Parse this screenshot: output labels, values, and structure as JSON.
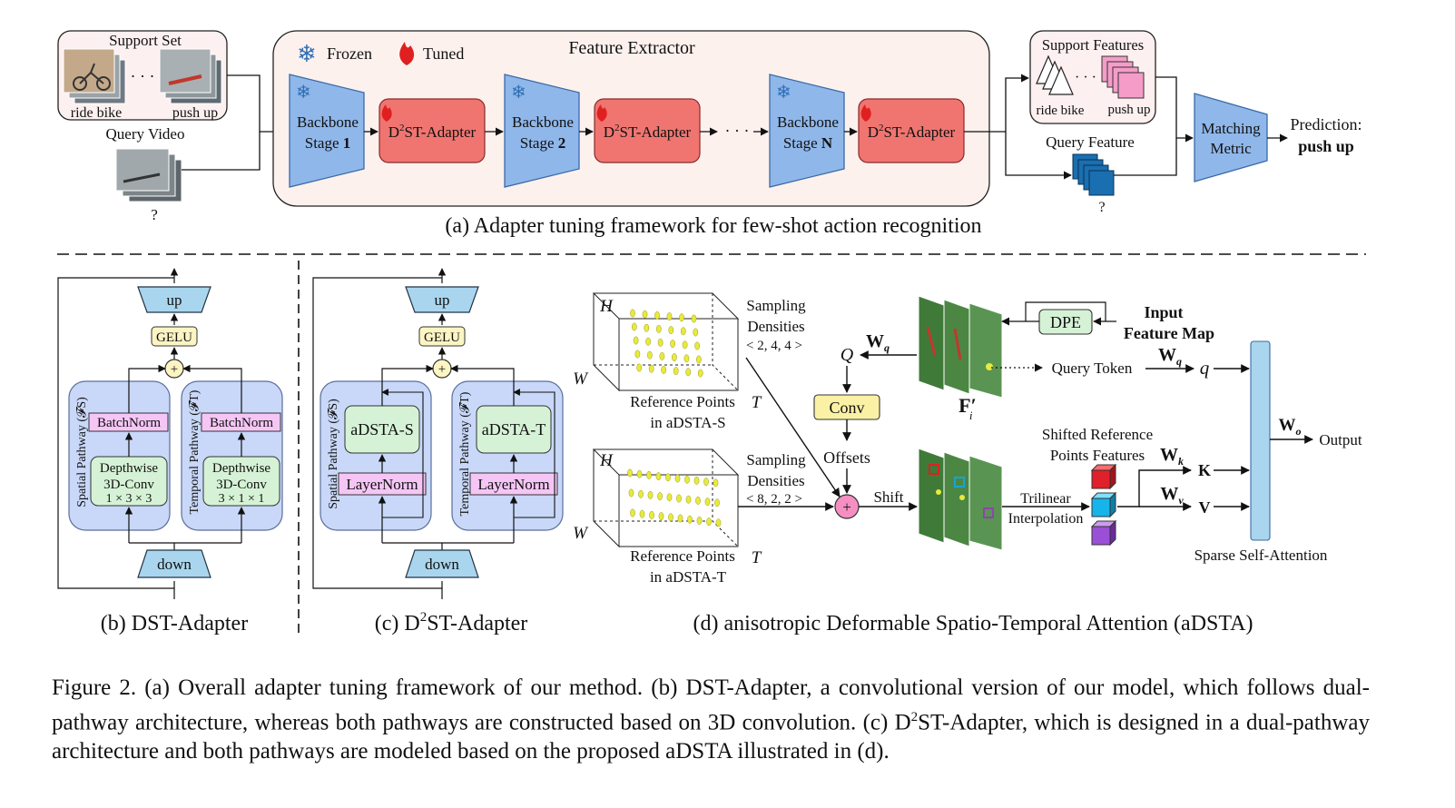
{
  "panel_a": {
    "support_set": "Support Set",
    "ride_bike": "ride bike",
    "push_up": "push up",
    "ellipsis": "· · ·",
    "query_video": "Query Video",
    "question": "?",
    "frozen": "Frozen",
    "tuned": "Tuned",
    "feature_extractor": "Feature Extractor",
    "backbone": "Backbone",
    "stage": "Stage",
    "stage1": "1",
    "stage2": "2",
    "stageN": "N",
    "adapter_d": "D",
    "adapter_sup": "2",
    "adapter_rest": "ST-Adapter",
    "support_features": "Support Features",
    "query_feature": "Query Feature",
    "matching1": "Matching",
    "matching2": "Metric",
    "prediction": "Prediction:",
    "prediction_value": "push up",
    "caption": "(a) Adapter tuning framework for few-shot action recognition"
  },
  "panel_b": {
    "up": "up",
    "gelu": "GELU",
    "plus": "+",
    "spatial": "Spatial Pathway (𝓕S)",
    "temporal": "Temporal Pathway (𝓕T)",
    "batchnorm": "BatchNorm",
    "dw1": "Depthwise",
    "dw2": "3D-Conv",
    "k_s": "1 × 3 × 3",
    "k_t": "3 × 1 × 1",
    "down": "down",
    "caption": "(b) DST-Adapter"
  },
  "panel_c": {
    "adsta_s": "aDSTA-S",
    "adsta_t": "aDSTA-T",
    "layernorm": "LayerNorm",
    "caption_pre": "(c) D",
    "caption_sup": "2",
    "caption_post": "ST-Adapter"
  },
  "panel_d": {
    "H": "H",
    "W": "W",
    "T": "T",
    "sampling": "Sampling",
    "densities": "Densities",
    "dens_s": "< 2, 4, 4 >",
    "dens_t": "< 8, 2, 2 >",
    "ref_points": "Reference Points",
    "in_s": "in aDSTA-S",
    "in_t": "in aDSTA-T",
    "Wq": "W",
    "q_sub": "q",
    "Q": "Q",
    "conv": "Conv",
    "offsets": "Offsets",
    "shift": "Shift",
    "dpe": "DPE",
    "input1": "Input",
    "input2": "Feature Map",
    "F": "F",
    "F_prime": "′",
    "F_sub": "i",
    "query_token": "Query Token",
    "q_small": "q",
    "shifted1": "Shifted Reference",
    "shifted2": "Points Features",
    "trilinear": "Trilinear",
    "interp": "Interpolation",
    "k_sub": "k",
    "v_sub": "v",
    "o_sub": "o",
    "K": "K",
    "V": "V",
    "output": "Output",
    "sparse": "Sparse Self-Attention",
    "caption": "(d) anisotropic Deformable Spatio-Temporal Attention (aDSTA)"
  },
  "figure_caption": {
    "p1": "Figure 2.  (a) Overall adapter tuning framework of our method.  (b) DST-Adapter, a convolutional version of our model, which follows dual-pathway architecture, whereas both pathways are constructed based on 3D convolution.  (c) D",
    "sup": "2",
    "p2": "ST-Adapter, which is designed in a dual-pathway architecture and both pathways are modeled based on the proposed aDSTA illustrated in (d)."
  },
  "colors": {
    "backbone": "#8fb7ea",
    "adapter": "#f07570",
    "gelu": "#fcf5c3",
    "batchnorm": "#f5c6f5",
    "depthwise": "#d6f2d6",
    "pathway": "#c9d8f8",
    "conv": "#fbf1a5",
    "plus_pink": "#f58fc2",
    "sparse": "#a9d6ee",
    "dot": "#e8ea3c"
  }
}
